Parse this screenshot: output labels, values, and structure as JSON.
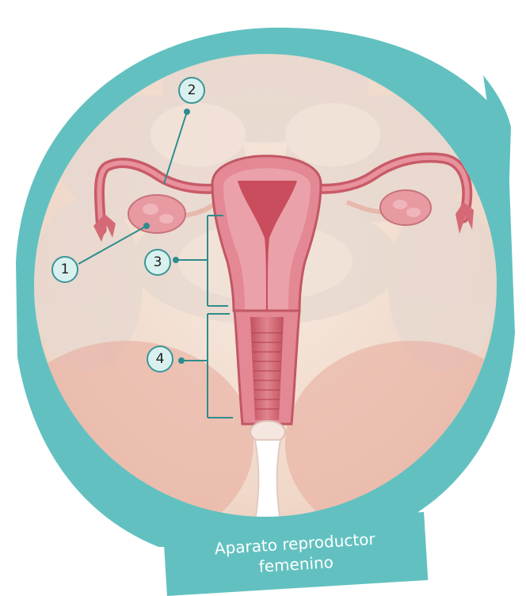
{
  "caption": {
    "line1": "Aparato reproductor",
    "line2": "femenino"
  },
  "callouts": [
    {
      "label": "1",
      "part": "ovary"
    },
    {
      "label": "2",
      "part": "fallopian-tube"
    },
    {
      "label": "3",
      "part": "uterus"
    },
    {
      "label": "4",
      "part": "vagina"
    }
  ],
  "colors": {
    "frame_teal": "#62c1c0",
    "callout_fill": "#d8f1ef",
    "callout_stroke": "#3c9596",
    "tissue": "#e8929d",
    "tissue_dark": "#c45663",
    "background_skin": "#f2dccf"
  }
}
